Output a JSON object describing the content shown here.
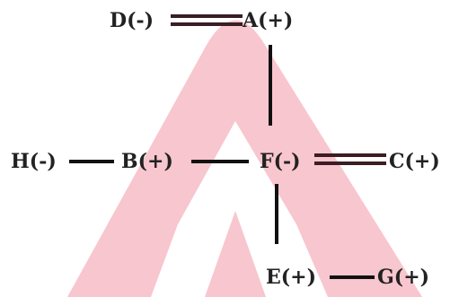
{
  "nodes": {
    "D": "D(-)",
    "A": "A(+)",
    "H": "H(-)",
    "B": "B(+)",
    "F": "F(-)",
    "C": "C(+)",
    "E": "E(+)",
    "G": "G(+)"
  },
  "relations": [
    {
      "from": "D",
      "to": "A",
      "type": "double"
    },
    {
      "from": "A",
      "to": "F",
      "type": "single"
    },
    {
      "from": "H",
      "to": "B",
      "type": "single"
    },
    {
      "from": "B",
      "to": "F",
      "type": "single"
    },
    {
      "from": "F",
      "to": "C",
      "type": "double"
    },
    {
      "from": "F",
      "to": "E",
      "type": "single"
    },
    {
      "from": "E",
      "to": "G",
      "type": "single"
    }
  ],
  "colors": {
    "watermark": "#f8c6ce",
    "line_single": "#111111",
    "line_double": "#3a1e24",
    "label": "#222222"
  }
}
